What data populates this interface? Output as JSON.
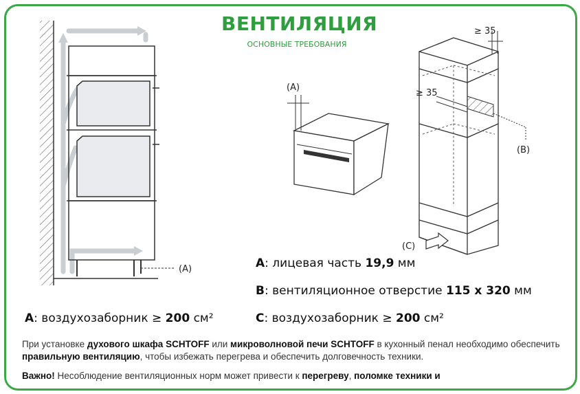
{
  "header": {
    "title": "ВЕНТИЛЯЦИЯ",
    "subtitle": "ОСНОВНЫЕ ТРЕБОВАНИЯ"
  },
  "diagram_labels": {
    "left_a": "(A)",
    "oven_a": "(A)",
    "cabinet_b": "(B)",
    "cabinet_c": "(C)",
    "gap_top": "≥ 35",
    "gap_side": "≥ 35"
  },
  "legend": {
    "a_face": {
      "key": "A",
      "text": ": лицевая часть ",
      "value": "19,9",
      "unit": " мм"
    },
    "b_vent": {
      "key": "B",
      "text": ": вентиляционное отверстие ",
      "value": "115 x 320",
      "unit": " мм"
    },
    "a_intake": {
      "key": "A",
      "text": ": воздухозаборник ",
      "sym": "≥",
      "value": "200",
      "unit": " см²"
    },
    "c_intake": {
      "key": "C",
      "text": ": воздухозаборник ",
      "sym": "≥",
      "value": "200",
      "unit": " см²"
    }
  },
  "paragraph1": {
    "p1": "При установке ",
    "b1": "духового шкафа SCHTOFF",
    "p2": " или ",
    "b2": "микроволновой печи SCHTOFF",
    "p3": " в кухонный пенал необходимо обеспечить ",
    "b3": "правильную вентиляцию",
    "p4": ", чтобы избежать перегрева и обеспечить долговечность техники."
  },
  "paragraph2": {
    "b1": "Важно!",
    "p1": " Несоблюдение вентиляционных норм может привести к ",
    "b2": "перегреву",
    "p2": ", ",
    "b3": "поломке техники и"
  },
  "colors": {
    "accent_green": "#2e9e3e",
    "frame_green": "#3aa845",
    "arrow_gray": "#c9ced3",
    "line_dark": "#333333"
  }
}
